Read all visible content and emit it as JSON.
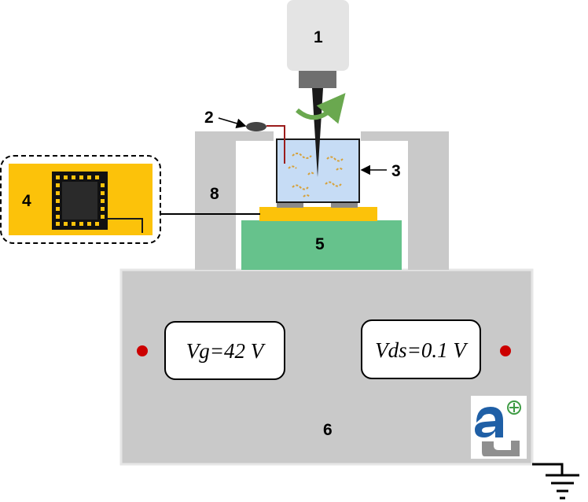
{
  "labels": {
    "tool": "1",
    "electrode": "2",
    "solution_cell": "3",
    "chip": "4",
    "substrate_block": "5",
    "meter": "6",
    "frame": "8"
  },
  "meter": {
    "gate_voltage": "Vg=42 V",
    "drain_source_voltage": "Vds=0.1 V"
  },
  "colors": {
    "gray_body": "#c9c9c9",
    "tool_body": "#e4e4e4",
    "chip_gold": "#fcc20a",
    "substrate_green": "#66c28c",
    "cell_blue": "#c6dcf5",
    "indicator_red": "#cc0000",
    "rotation_green": "#6aa84f",
    "wire_red": "#9b1c1c",
    "logo_blue": "#1f5fa6",
    "logo_gray": "#8f8f8f",
    "logo_green": "#3d9b43"
  },
  "icons": {
    "ground": "ground-icon",
    "rotation": "rotation-arrow-icon",
    "logo": "logo-icon"
  }
}
